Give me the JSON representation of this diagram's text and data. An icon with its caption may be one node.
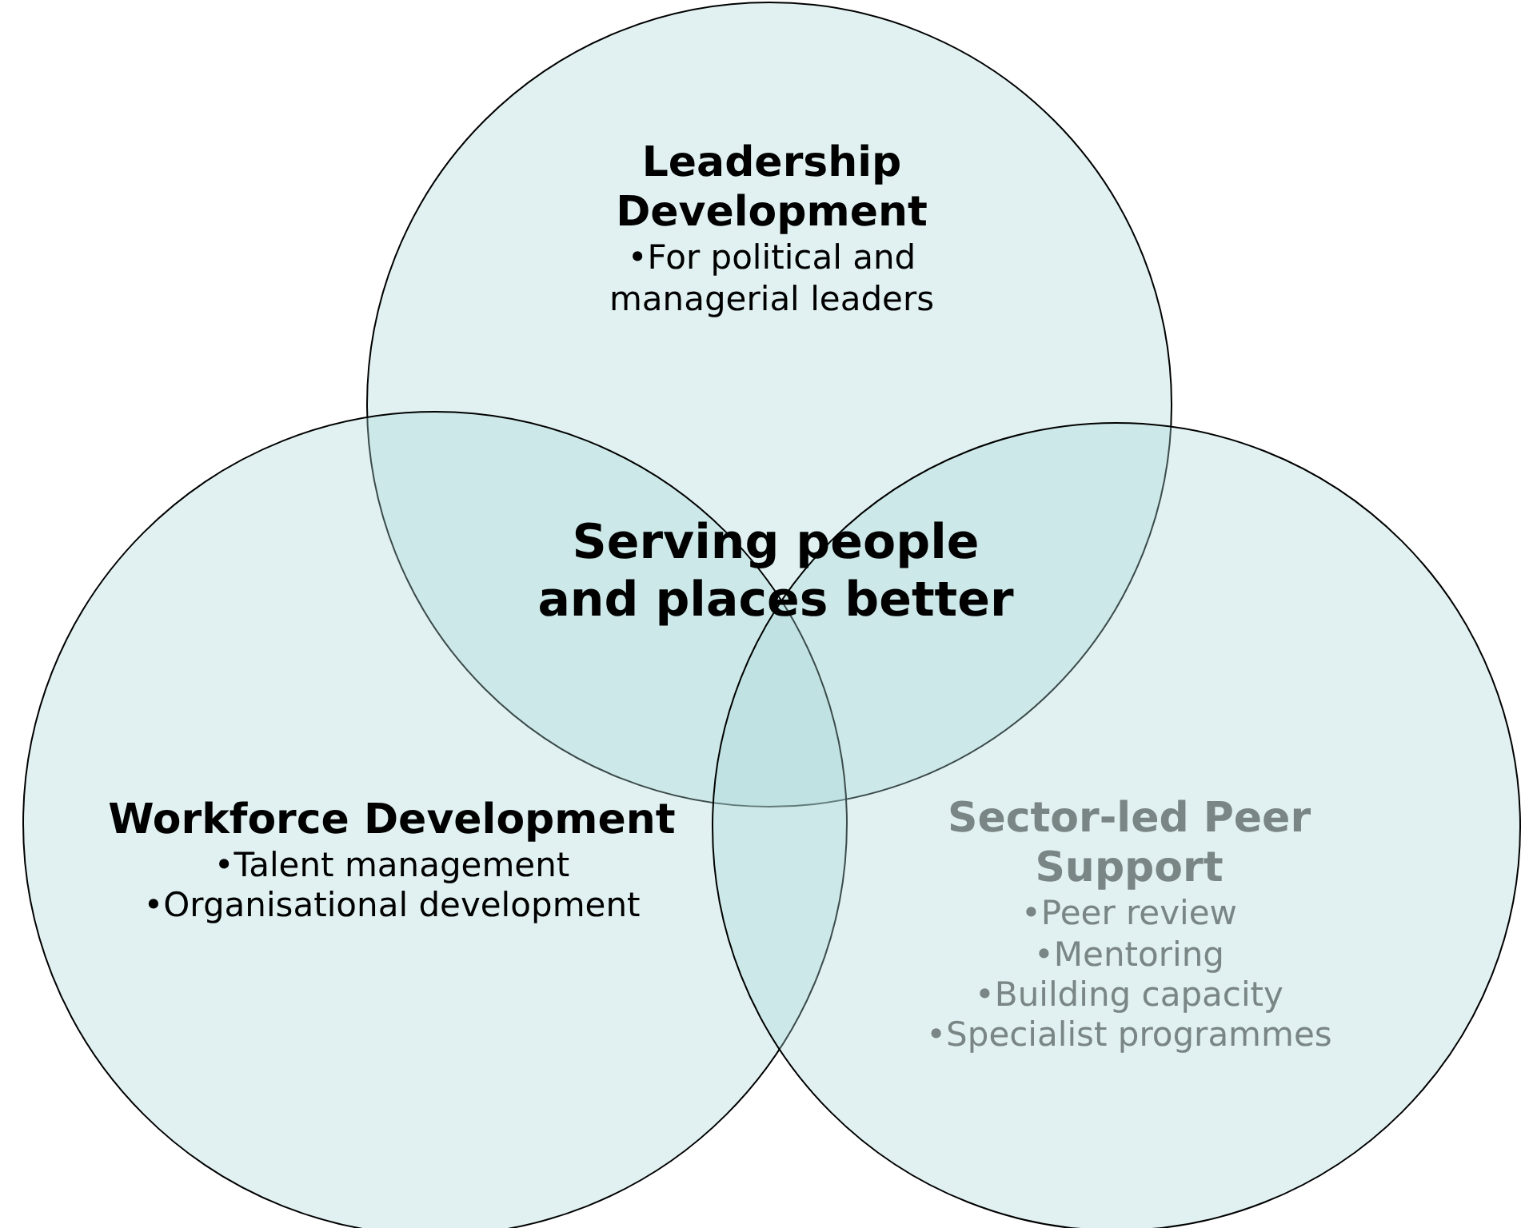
{
  "diagram": {
    "nodes": [
      {
        "text": [
          "Leadership Development",
          "•For political and managerial leaders"
        ]
      },
      {
        "text": [
          "Workforce Development",
          "•Talent management",
          "•Organisational development"
        ]
      },
      {
        "text": [
          "Sector-led Peer Support",
          "•Peer review",
          "•Mentoring",
          "•Building capacity",
          "•Specialist programmes"
        ]
      }
    ],
    "labels": [
      "Serving people and places better"
    ]
  }
}
